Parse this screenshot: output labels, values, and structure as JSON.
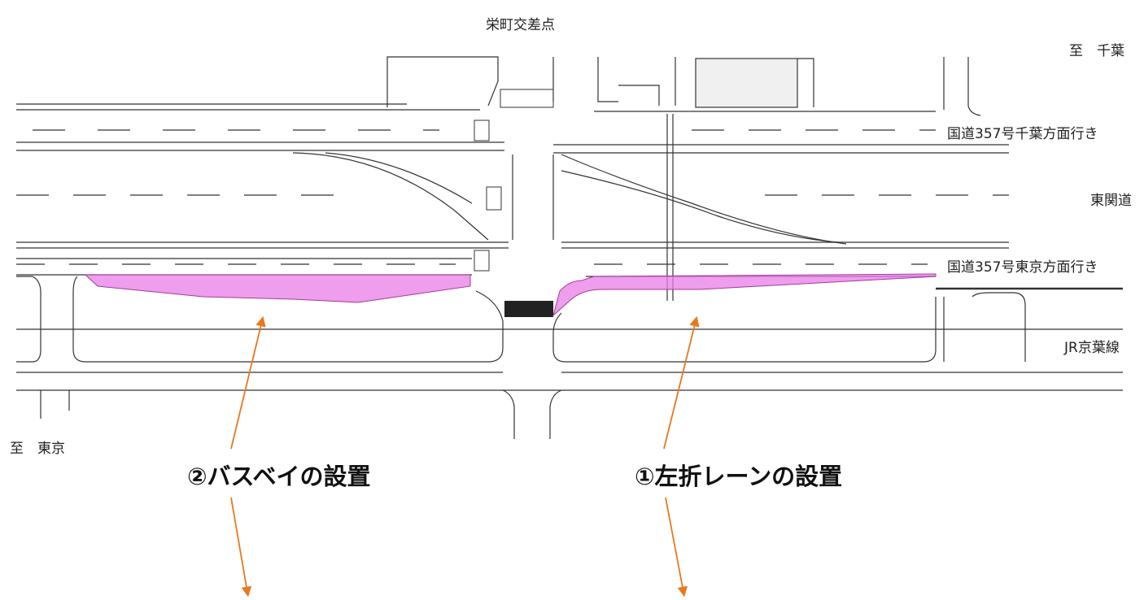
{
  "labels": {
    "intersection": "栄町交差点",
    "to_chiba": "至　千葉",
    "to_tokyo": "至　東京",
    "route357_chiba": "国道357号千葉方面行き",
    "higashikan": "東関道",
    "route357_tokyo": "国道357号東京方面行き",
    "jr_keiyo": "JR京葉線"
  },
  "callouts": {
    "bus_bay": "②バスベイの設置",
    "left_turn": "①左折レーンの設置"
  },
  "colors": {
    "highlight": "#e87de6",
    "arrow": "#e8781e",
    "line": "#333333",
    "gray": "#9a9a9a"
  }
}
